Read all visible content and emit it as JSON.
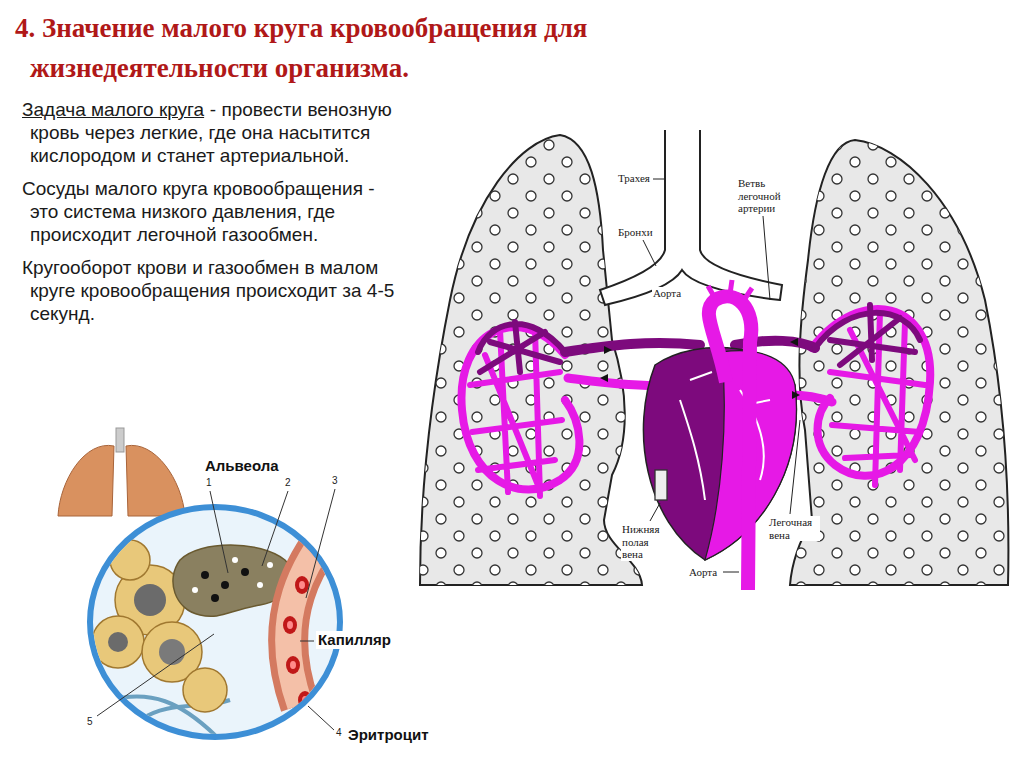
{
  "diagram": {
    "title": "4. Значение малого круга кровообращения для жизнедеятельности организма.",
    "labels": [
      "Задача малого круга",
      "- провести венозную кровь через легкие, где она насытится кислородом и станет артериальной.",
      "Сосуды малого круга кровообращения - это система низкого давления, где происходит легочной газообмен.",
      "Кругооборот крови и газообмен в малом круге кровообращения происходит за 4-5 секунд.",
      "Трахея",
      "Ветвь легочной артерии",
      "Бронхи",
      "Аорта",
      "Нижняя полая вена",
      "Легочная вена",
      "Аорта",
      "Альвеола",
      "1",
      "2",
      "3",
      "Капилляр",
      "5",
      "4",
      "Эритроцит"
    ]
  }
}
